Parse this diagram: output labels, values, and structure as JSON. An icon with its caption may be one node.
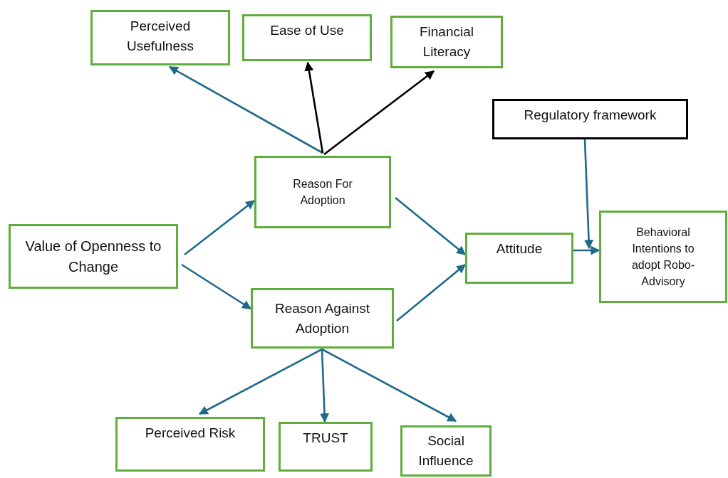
{
  "diagram": {
    "nodes": [
      {
        "text": [
          "Perceived Usefulness"
        ]
      },
      {
        "text": [
          "Ease of Use"
        ]
      },
      {
        "text": [
          "Financial Literacy"
        ]
      },
      {
        "text": [
          "Regulatory framework"
        ]
      },
      {
        "text": [
          "Reason For Adoption"
        ]
      },
      {
        "text": [
          "Value of Openness to Change"
        ]
      },
      {
        "text": [
          "Attitude"
        ]
      },
      {
        "text": [
          "Behavioral Intentions to adopt Robo-Advisory"
        ]
      },
      {
        "text": [
          "Reason Against Adoption"
        ]
      },
      {
        "text": [
          "Perceived Risk"
        ]
      },
      {
        "text": [
          "TRUST"
        ]
      },
      {
        "text": [
          "Social Influence"
        ]
      }
    ],
    "edges": [
      {
        "from": 4,
        "to": 0,
        "arrow": "to"
      },
      {
        "from": 4,
        "to": 1,
        "arrow": "to",
        "color": "#000000"
      },
      {
        "from": 4,
        "to": 2,
        "arrow": "to",
        "color": "#000000"
      },
      {
        "from": 5,
        "to": 4,
        "arrow": "to"
      },
      {
        "from": 5,
        "to": 8,
        "arrow": "to"
      },
      {
        "from": 4,
        "to": 6,
        "arrow": "to"
      },
      {
        "from": 8,
        "to": 6,
        "arrow": "to"
      },
      {
        "from": 6,
        "to": 7,
        "arrow": "to"
      },
      {
        "from": 3,
        "to": 7,
        "arrow": "to"
      },
      {
        "from": 8,
        "to": 9,
        "arrow": "to"
      },
      {
        "from": 8,
        "to": 10,
        "arrow": "to"
      },
      {
        "from": 8,
        "to": 11,
        "arrow": "to"
      }
    ]
  }
}
